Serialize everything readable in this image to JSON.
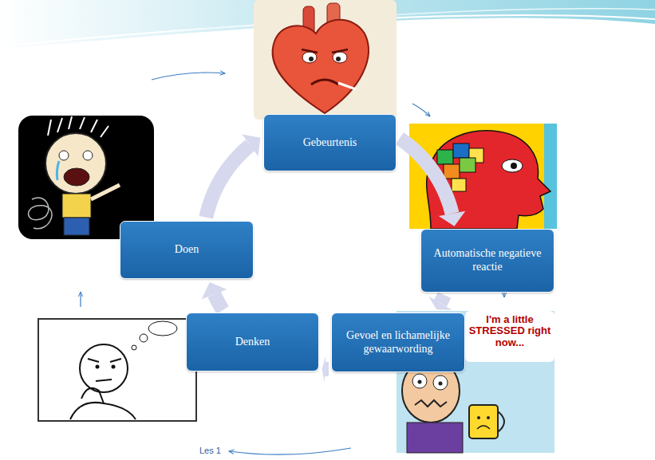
{
  "diagram": {
    "nodes": [
      {
        "text": [
          "Gebeurtenis"
        ]
      },
      {
        "text": [
          "Automatische negatieve reactie"
        ]
      },
      {
        "text": [
          "Gevoel en lichamelijke gewaarwording"
        ]
      },
      {
        "text": [
          "Denken"
        ]
      },
      {
        "text": [
          "Doen"
        ]
      }
    ],
    "edges": [
      {
        "from": 0,
        "to": 1,
        "arrow": "to"
      },
      {
        "from": 1,
        "to": 2,
        "arrow": "to"
      },
      {
        "from": 2,
        "to": 3,
        "arrow": "to"
      },
      {
        "from": 3,
        "to": 4,
        "arrow": "to"
      },
      {
        "from": 4,
        "to": 0,
        "arrow": "to"
      }
    ],
    "labels": [
      "I'm a little STRESSED right now...",
      "Les 1"
    ]
  }
}
